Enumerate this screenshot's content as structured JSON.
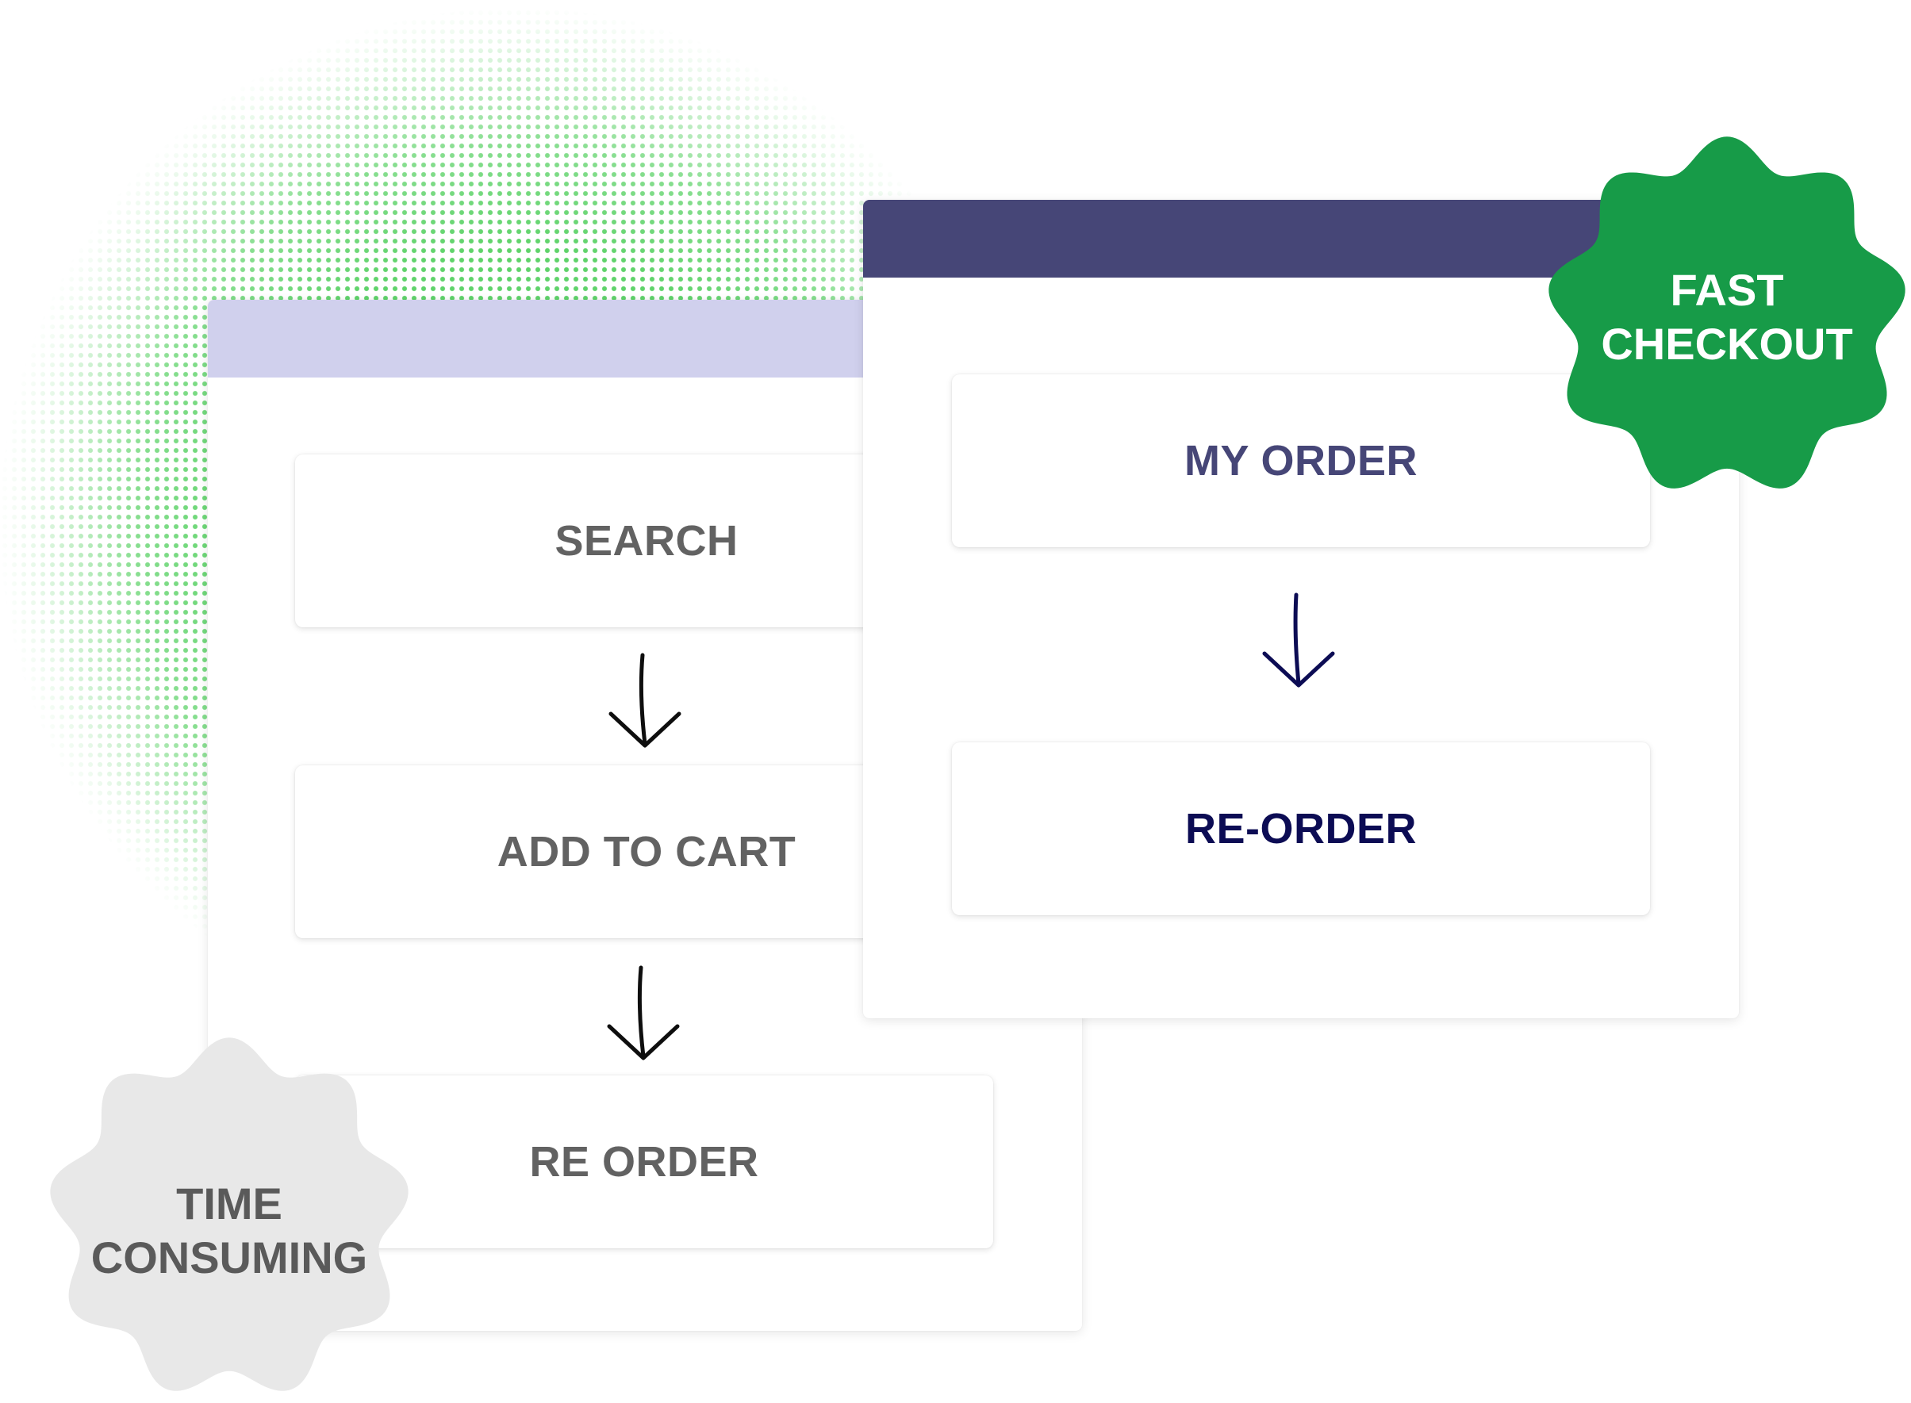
{
  "colors": {
    "dots": "#5fd36a",
    "left_titlebar": "#d0d0ed",
    "right_titlebar": "#464677",
    "badge_fast": "#179b48",
    "badge_time": "#e8e8e8",
    "text_gray": "#626262",
    "text_purple": "#464677",
    "text_navy": "#0c0c54"
  },
  "left_flow": {
    "steps": [
      "SEARCH",
      "ADD TO CART",
      "RE ORDER"
    ],
    "badge_line1": "TIME",
    "badge_line2": "CONSUMING"
  },
  "right_flow": {
    "steps": [
      "MY ORDER",
      "RE-ORDER"
    ],
    "badge_line1": "FAST",
    "badge_line2": "CHECKOUT"
  },
  "icons": [
    "arrow-down-icon",
    "badge-seal-icon"
  ]
}
